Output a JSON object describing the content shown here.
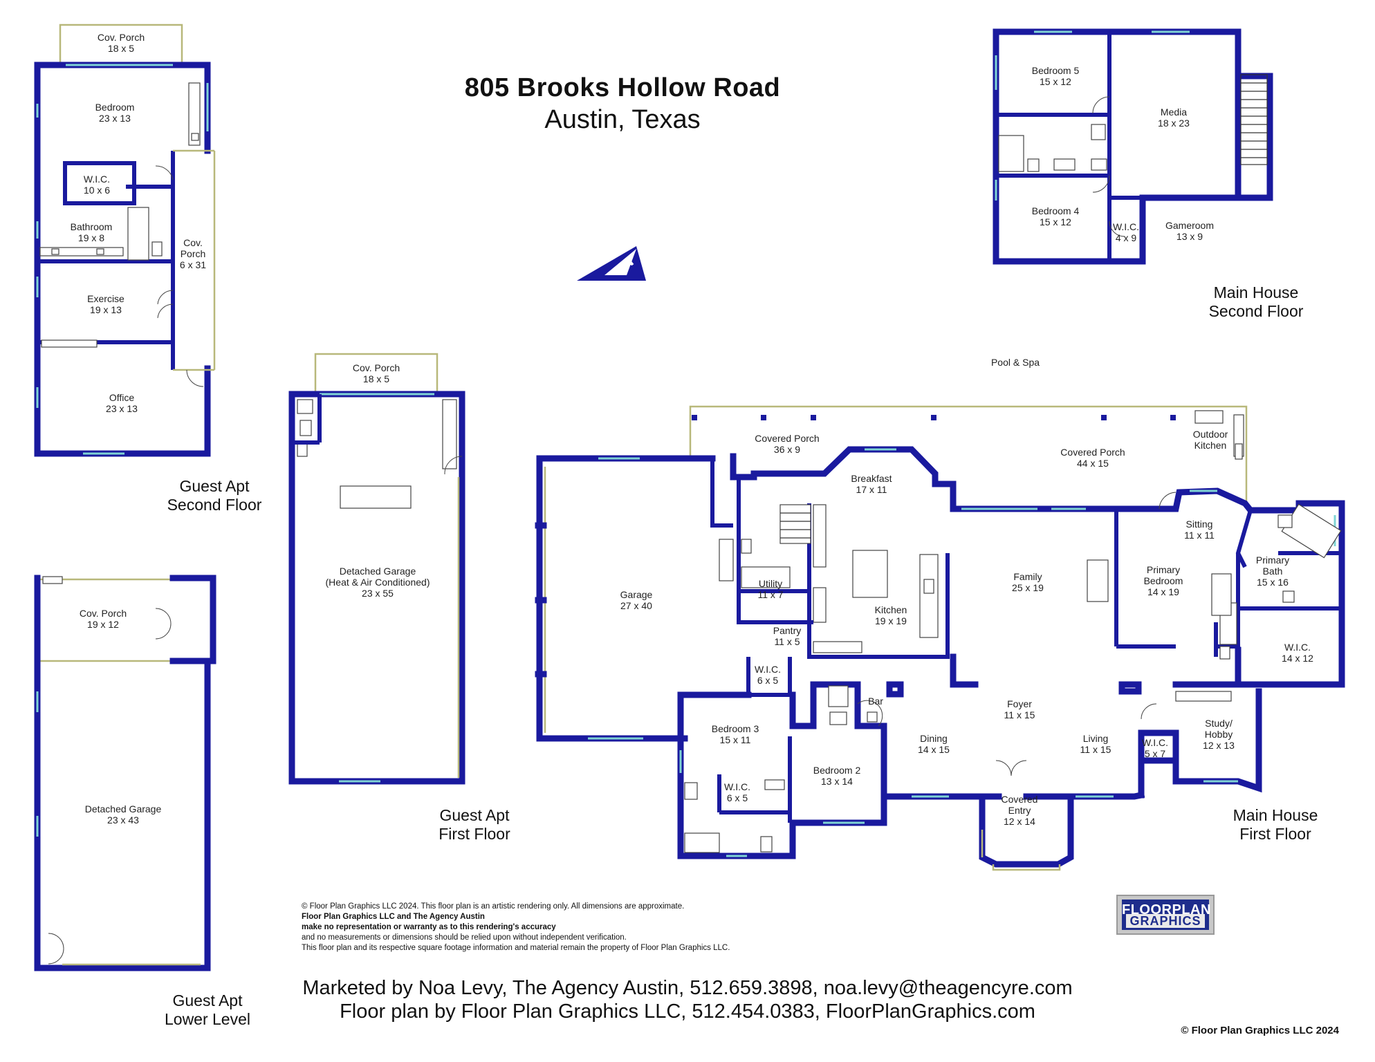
{
  "header": {
    "title": "805 Brooks Hollow Road",
    "subtitle": "Austin, Texas"
  },
  "sections": {
    "guest_second": "Guest Apt\nSecond Floor",
    "guest_first": "Guest Apt\nFirst Floor",
    "guest_lower": "Guest Apt\nLower Level",
    "main_second": "Main House\nSecond Floor",
    "main_first": "Main House\nFirst Floor"
  },
  "rooms": {
    "gs_cov_porch": {
      "name": "Cov. Porch",
      "dim": "18 x 5"
    },
    "gs_bedroom": {
      "name": "Bedroom",
      "dim": "23 x 13"
    },
    "gs_wic": {
      "name": "W.I.C.",
      "dim": "10 x 6"
    },
    "gs_bathroom": {
      "name": "Bathroom",
      "dim": "19 x 8"
    },
    "gs_cov_porch2": {
      "name": "Cov.\nPorch",
      "dim": "6 x 31"
    },
    "gs_exercise": {
      "name": "Exercise",
      "dim": "19 x 13"
    },
    "gs_office": {
      "name": "Office",
      "dim": "23 x 13"
    },
    "gl_cov_porch": {
      "name": "Cov. Porch",
      "dim": "19 x 12"
    },
    "gl_garage": {
      "name": "Detached Garage",
      "dim": "23 x 43"
    },
    "gf_cov_porch": {
      "name": "Cov. Porch",
      "dim": "18 x 5"
    },
    "gf_garage": {
      "name": "Detached Garage\n(Heat & Air Conditioned)",
      "dim": "23 x 55"
    },
    "m2_bedroom5": {
      "name": "Bedroom 5",
      "dim": "15 x 12"
    },
    "m2_media": {
      "name": "Media",
      "dim": "18 x 23"
    },
    "m2_bedroom4": {
      "name": "Bedroom 4",
      "dim": "15 x 12"
    },
    "m2_wic": {
      "name": "W.I.C.",
      "dim": "4 x 9"
    },
    "m2_gameroom": {
      "name": "Gameroom",
      "dim": "13 x 9"
    },
    "m1_covered_porch_w": {
      "name": "Covered Porch",
      "dim": "36 x 9"
    },
    "m1_breakfast": {
      "name": "Breakfast",
      "dim": "17 x 11"
    },
    "m1_covered_porch_e": {
      "name": "Covered Porch",
      "dim": "44 x 15"
    },
    "m1_outdoor_kitchen": {
      "name": "Outdoor\nKitchen",
      "dim": ""
    },
    "m1_garage": {
      "name": "Garage",
      "dim": "27 x 40"
    },
    "m1_utility": {
      "name": "Utility",
      "dim": "11 x 7"
    },
    "m1_pantry": {
      "name": "Pantry",
      "dim": "11 x 5"
    },
    "m1_kitchen": {
      "name": "Kitchen",
      "dim": "19 x 19"
    },
    "m1_family": {
      "name": "Family",
      "dim": "25 x 19"
    },
    "m1_sitting": {
      "name": "Sitting",
      "dim": "11 x 11"
    },
    "m1_primary_bedroom": {
      "name": "Primary\nBedroom",
      "dim": "14 x 19"
    },
    "m1_primary_bath": {
      "name": "Primary\nBath",
      "dim": "15 x 16"
    },
    "m1_wic_primary": {
      "name": "W.I.C.",
      "dim": "14 x 12"
    },
    "m1_wic_b3": {
      "name": "W.I.C.",
      "dim": "6 x 5"
    },
    "m1_bar": {
      "name": "Bar",
      "dim": ""
    },
    "m1_bedroom3": {
      "name": "Bedroom 3",
      "dim": "15 x 11"
    },
    "m1_wic_small": {
      "name": "W.I.C.",
      "dim": "6 x 5"
    },
    "m1_bedroom2": {
      "name": "Bedroom 2",
      "dim": "13 x 14"
    },
    "m1_foyer": {
      "name": "Foyer",
      "dim": "11 x 15"
    },
    "m1_dining": {
      "name": "Dining",
      "dim": "14 x 15"
    },
    "m1_living": {
      "name": "Living",
      "dim": "11 x 15"
    },
    "m1_wic_study": {
      "name": "W.I.C.",
      "dim": "5 x 7"
    },
    "m1_study": {
      "name": "Study/\nHobby",
      "dim": "12 x 13"
    },
    "m1_covered_entry": {
      "name": "Covered\nEntry",
      "dim": "12 x 14"
    }
  },
  "pool_label": "Pool & Spa",
  "disclaimer": {
    "line1": "© Floor Plan Graphics LLC 2024. This floor plan is an artistic rendering only. All dimensions are approximate.",
    "line2": "Floor Plan Graphics LLC and The Agency Austin",
    "line3": "make no representation or warranty as to this rendering's accuracy",
    "line4": "and no measurements or dimensions should be relied upon without independent verification.",
    "line5": "This floor plan and its respective square footage information and material remain the property of Floor Plan Graphics LLC."
  },
  "logo": {
    "line1": "FLOORPLAN",
    "line2": "GRAPHICS"
  },
  "footer": {
    "marketed": "Marketed by Noa Levy, The Agency Austin, 512.659.3898, noa.levy@theagencyre.com",
    "floorplan_by": "Floor plan by Floor Plan Graphics LLC, 512.454.0383, FloorPlanGraphics.com",
    "copyright": "© Floor Plan Graphics LLC 2024"
  },
  "colors": {
    "wall": "#1a1a9e",
    "window": "#7fd4d4",
    "porch": "#b8b87a",
    "fixture": "#444444"
  }
}
